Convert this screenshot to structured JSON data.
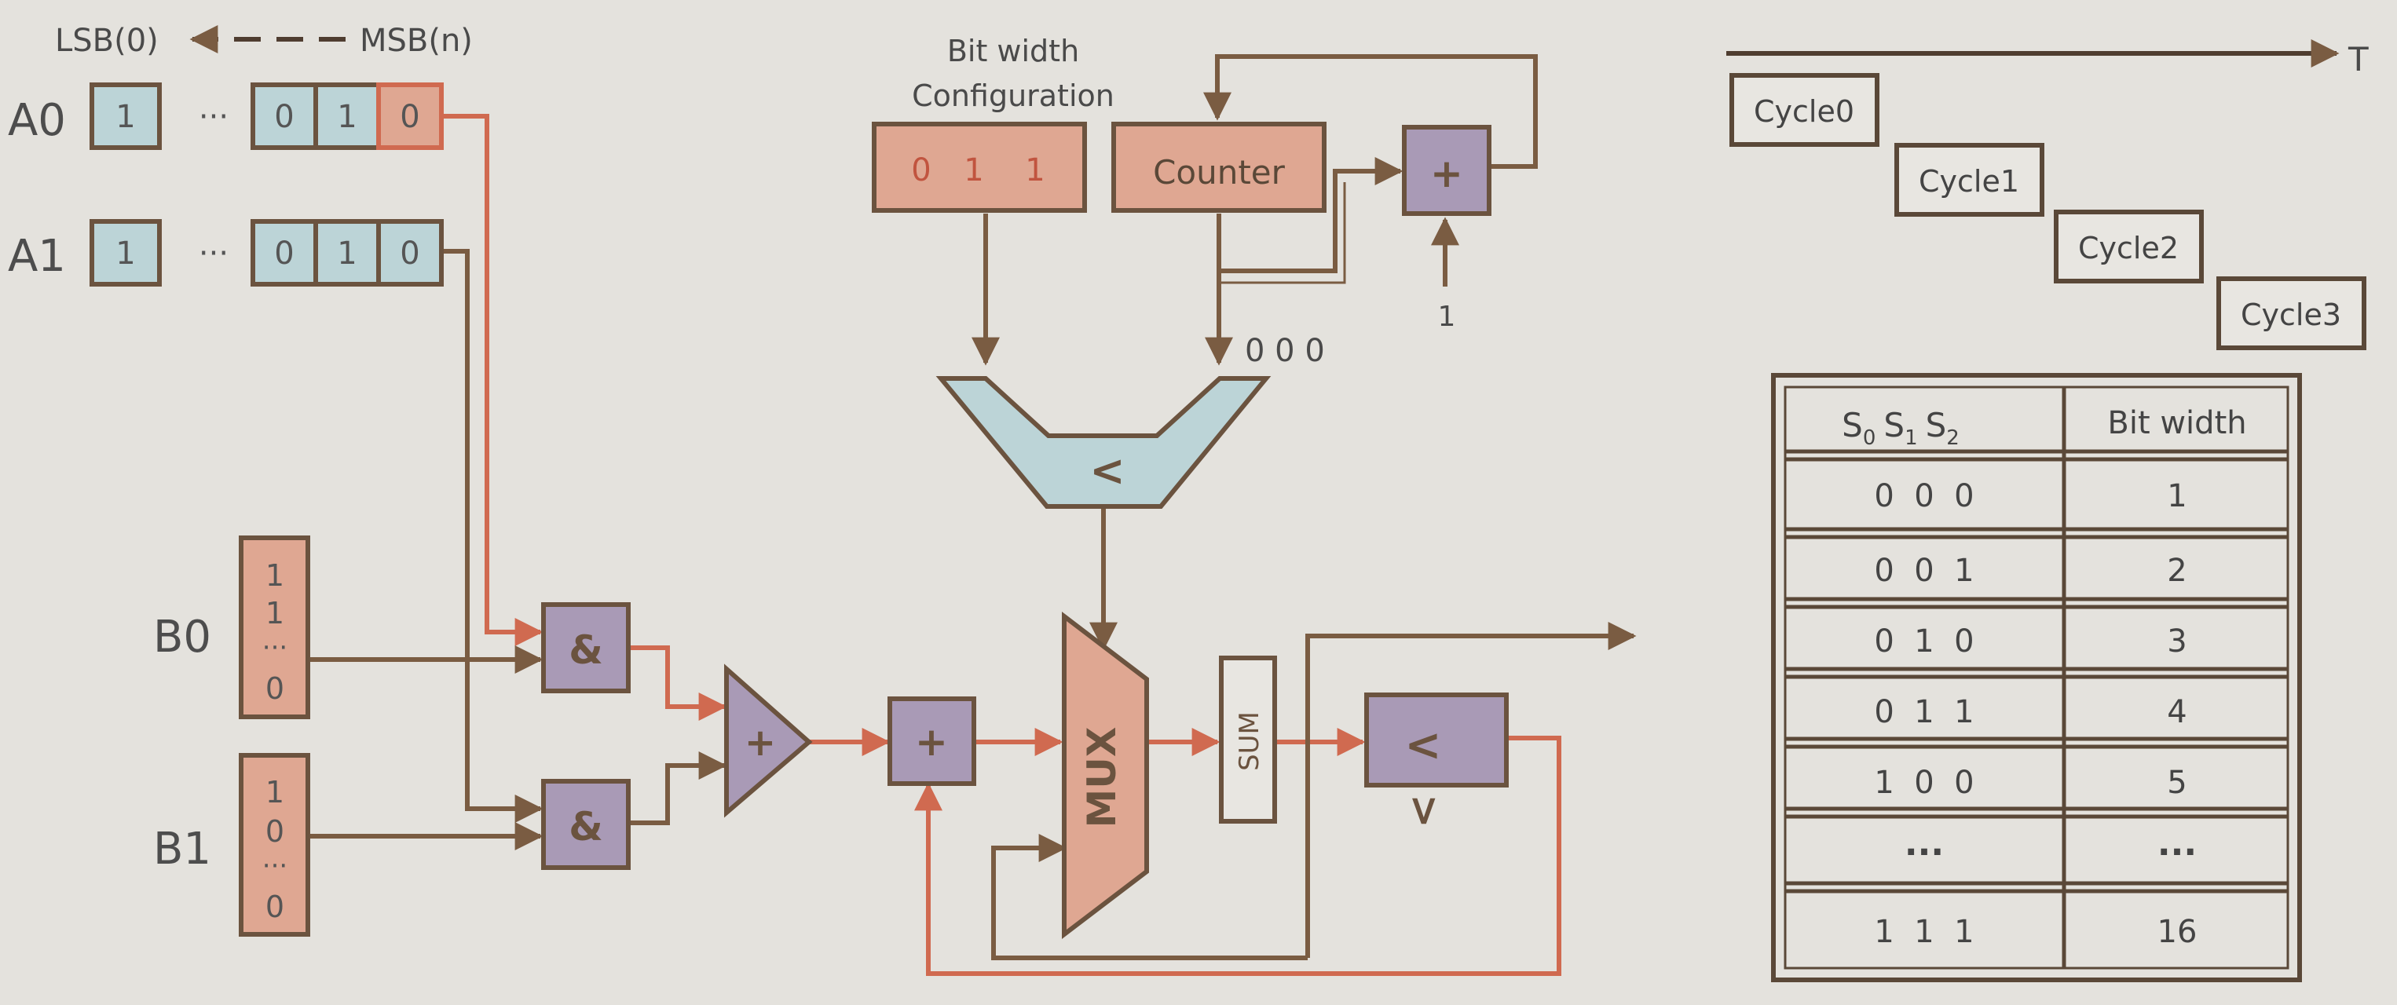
{
  "register_a": {
    "lsb_label": "LSB(0)",
    "msb_label": "MSB(n)",
    "rows": [
      {
        "name": "A0",
        "lsb_bit": "1",
        "ellipsis": "···",
        "bits": [
          "0",
          "1",
          "0"
        ]
      },
      {
        "name": "A1",
        "lsb_bit": "1",
        "ellipsis": "···",
        "bits": [
          "0",
          "1",
          "0"
        ]
      }
    ]
  },
  "register_b": [
    {
      "name": "B0",
      "bits": [
        "1",
        "1",
        "···",
        "0"
      ]
    },
    {
      "name": "B1",
      "bits": [
        "1",
        "0",
        "···",
        "0"
      ]
    }
  ],
  "config": {
    "title_line1": "Bit width",
    "title_line2": "Configuration",
    "bits": [
      "0",
      "1",
      "1"
    ]
  },
  "counter": {
    "label": "Counter",
    "output_value": "0 0 0"
  },
  "blocks": {
    "and_label": "&",
    "plus_label": "+",
    "compare_label": "<",
    "mux_label": "MUX",
    "sum_label": "SUM",
    "increment_value": "1"
  },
  "timeline": {
    "axis_label": "T",
    "cycles": [
      "Cycle0",
      "Cycle1",
      "Cycle2",
      "Cycle3"
    ]
  },
  "table": {
    "header_s": [
      "S",
      "S",
      "S"
    ],
    "header_subscripts": [
      "0",
      "1",
      "2"
    ],
    "header_width": "Bit width",
    "rows": [
      {
        "s": "0  0  0",
        "width": "1"
      },
      {
        "s": "0  0  1",
        "width": "2"
      },
      {
        "s": "0  1  0",
        "width": "3"
      },
      {
        "s": "0  1  1",
        "width": "4"
      },
      {
        "s": "1  0  0",
        "width": "5"
      },
      {
        "s": "···",
        "width": "···"
      },
      {
        "s": "1  1  1",
        "width": "16"
      }
    ]
  },
  "colors": {
    "wire": "#7a5c42",
    "active_wire": "#d06a50",
    "blue_fill": "#bcd4d7",
    "salmon_fill": "#dfa792",
    "purple_fill": "#a99ab6",
    "background": "#e4e2dd"
  }
}
